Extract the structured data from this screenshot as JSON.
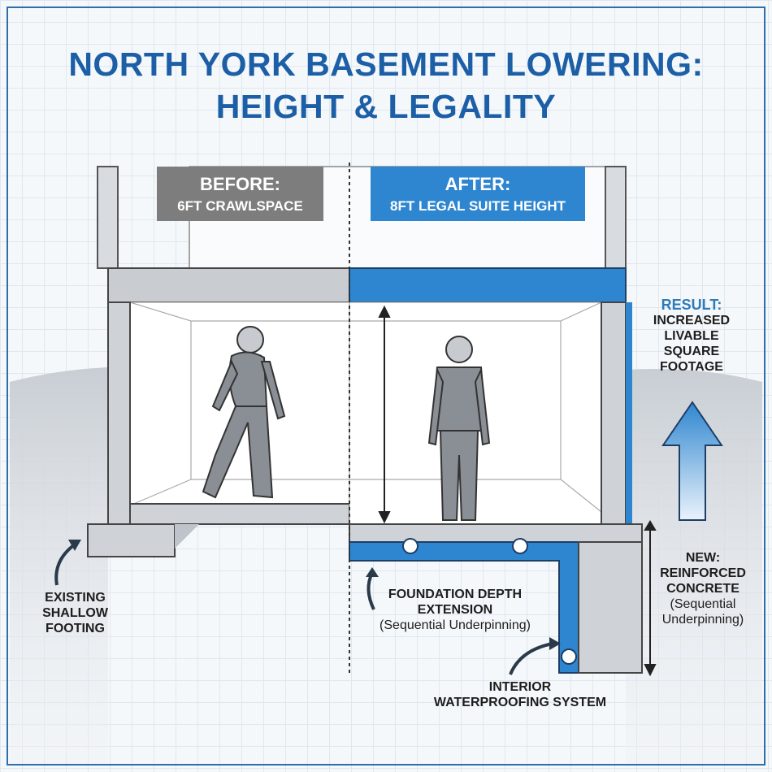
{
  "title": {
    "line1": "NORTH YORK BASEMENT LOWERING:",
    "line2": "HEIGHT & LEGALITY"
  },
  "before": {
    "heading": "BEFORE:",
    "caption": "6FT CRAWLSPACE"
  },
  "after": {
    "heading": "AFTER:",
    "caption": "8FT LEGAL SUITE HEIGHT"
  },
  "result": {
    "heading": "RESULT:",
    "line1": "INCREASED",
    "line2": "LIVABLE",
    "line3": "SQUARE",
    "line4": "FOOTAGE"
  },
  "labels": {
    "existing_footing": {
      "line1": "EXISTING",
      "line2": "SHALLOW",
      "line3": "FOOTING"
    },
    "foundation_extension": {
      "line1": "FOUNDATION DEPTH",
      "line2": "EXTENSION",
      "sub": "(Sequential Underpinning)"
    },
    "new_concrete": {
      "line1": "NEW:",
      "line2": "REINFORCED",
      "line3": "CONCRETE",
      "sub1": "(Sequential",
      "sub2": "Underpinning)"
    },
    "waterproofing": {
      "line1": "INTERIOR",
      "line2": "WATERPROOFING SYSTEM"
    }
  },
  "colors": {
    "brand_blue": "#1c5fa6",
    "accent_blue": "#2f86d0",
    "before_gray": "#7d7d7d",
    "concrete": "#cfd3d8"
  }
}
